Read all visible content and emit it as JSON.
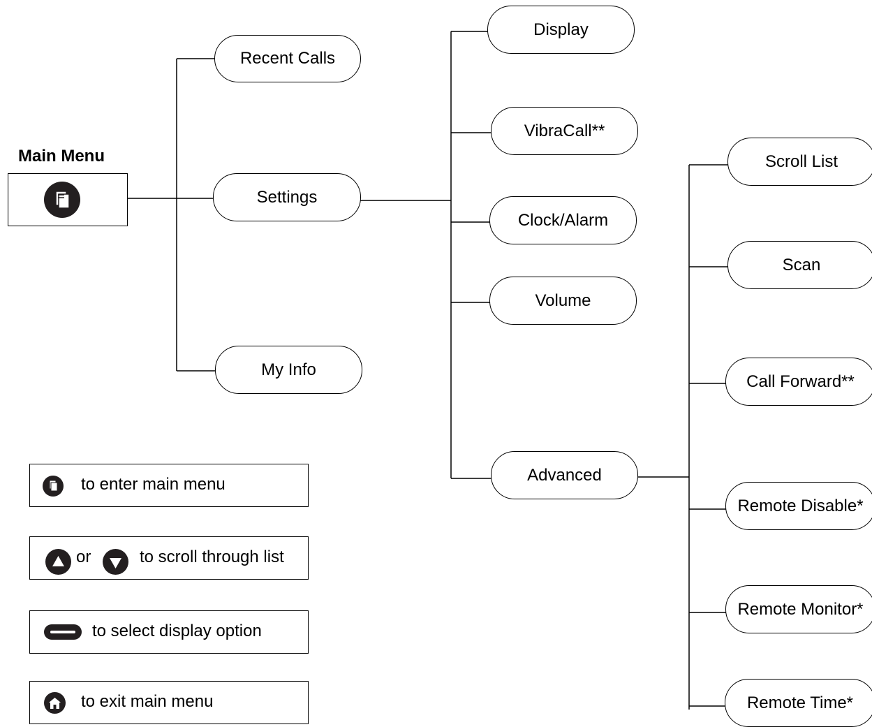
{
  "title": "Main Menu",
  "level1": [
    "Recent Calls",
    "Settings",
    "My Info"
  ],
  "settings_items": [
    "Display",
    "VibraCall**",
    "Clock/Alarm",
    "Volume",
    "Advanced"
  ],
  "advanced_items": [
    "Scroll List",
    "Scan",
    "Call Forward**",
    "Remote Disable*",
    "Remote Monitor*",
    "Remote Time*"
  ],
  "legend": {
    "enter": "to enter main menu",
    "scroll_or": "or",
    "scroll": "to scroll through list",
    "select": "to select display option",
    "exit": "to exit main menu"
  },
  "icons": {
    "menu": "menu-key-icon",
    "up": "up-arrow-icon",
    "down": "down-arrow-icon",
    "select": "select-key-icon",
    "home": "home-key-icon"
  },
  "colors": {
    "icon_fill": "#231f20",
    "line": "#000000"
  }
}
